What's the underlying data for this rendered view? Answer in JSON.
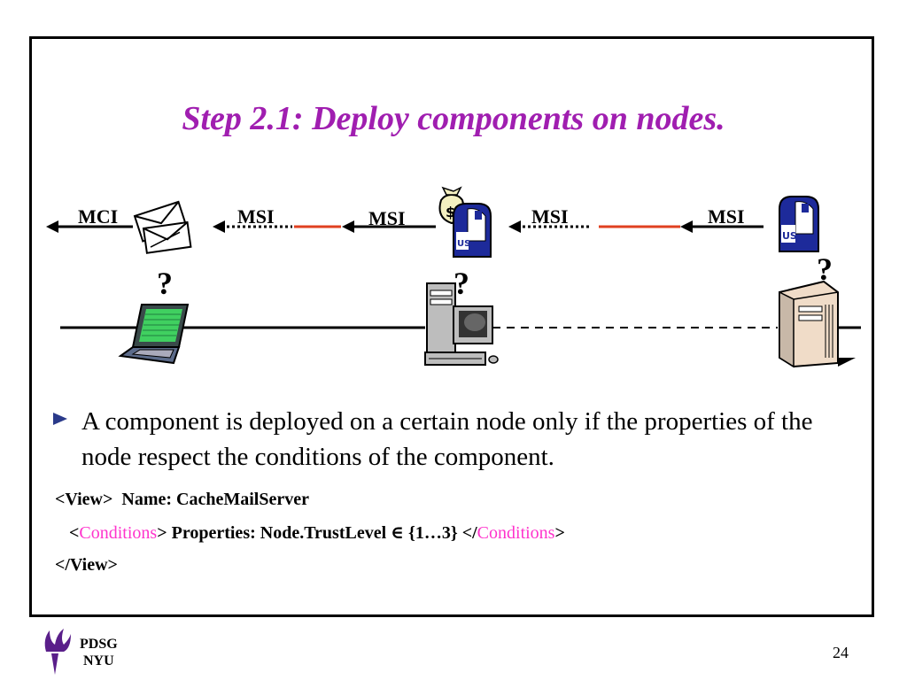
{
  "slide": {
    "title": "Step 2.1: Deploy components on nodes.",
    "page_number": "24",
    "footer": {
      "org_line1": "PDSG",
      "org_line2": "NYU"
    }
  },
  "diagram": {
    "interface_labels": [
      "MCI",
      "MSI",
      "MSI",
      "MSI",
      "MSI"
    ],
    "question_marks": [
      "?",
      "?",
      "?"
    ]
  },
  "bullet": {
    "text": "A component is deployed on a certain node only if the properties of the node respect the conditions of the component."
  },
  "code": {
    "view_open": "<View>",
    "name": "Name: CacheMailServer",
    "cond_lt": "<",
    "cond_open": "Conditions",
    "cond_gt": ">",
    "properties": " Properties: Node.TrustLevel ∈ {1…3} </",
    "cond_close": "Conditions",
    "cond_gt2": ">",
    "view_close": "</View>"
  }
}
